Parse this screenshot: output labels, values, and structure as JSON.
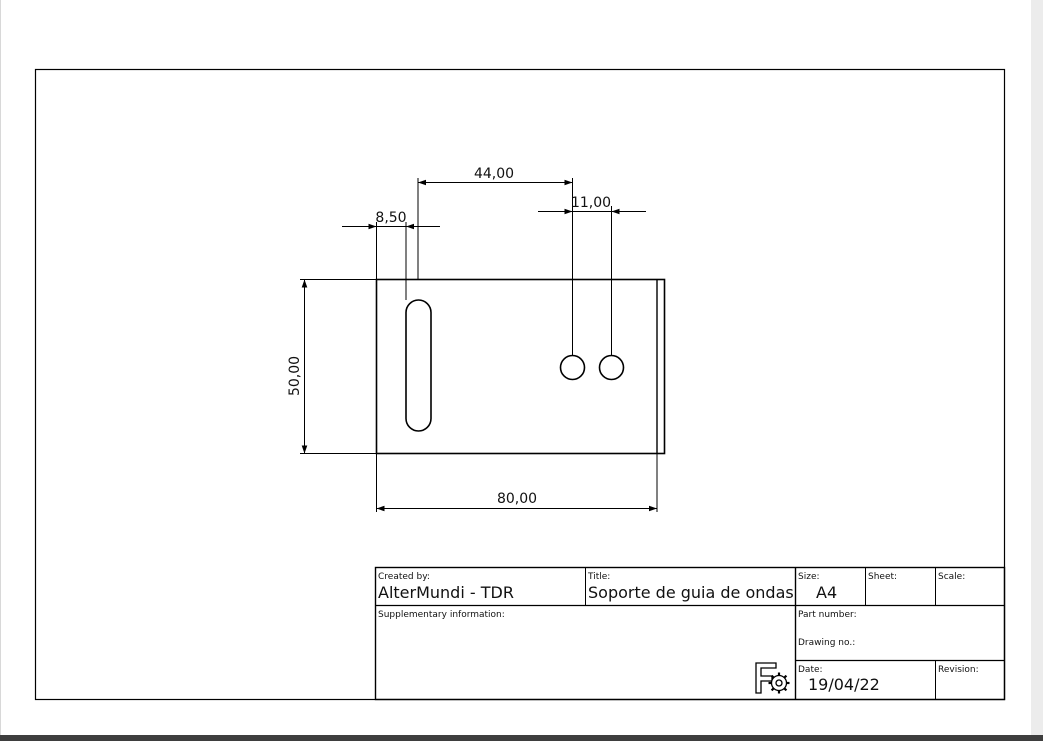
{
  "drawing": {
    "dimensions": {
      "top_span": "44,00",
      "left_offset": "8,50",
      "hole_spacing": "11,00",
      "height": "50,00",
      "width": "80,00"
    }
  },
  "title_block": {
    "created_by_label": "Created by:",
    "created_by_value": "AlterMundi - TDR",
    "title_label": "Title:",
    "title_value": "Soporte de guia de ondas",
    "size_label": "Size:",
    "size_value": "A4",
    "sheet_label": "Sheet:",
    "scale_label": "Scale:",
    "supplementary_label": "Supplementary information:",
    "part_number_label": "Part number:",
    "drawing_no_label": "Drawing no.:",
    "date_label": "Date:",
    "date_value": "19/04/22",
    "revision_label": "Revision:",
    "logo_icon": "freecad-logo-icon"
  },
  "colors": {
    "line": "#000000",
    "paper": "#ffffff",
    "background": "#f2f2f2",
    "bottom_bar": "#3e3e3e"
  }
}
